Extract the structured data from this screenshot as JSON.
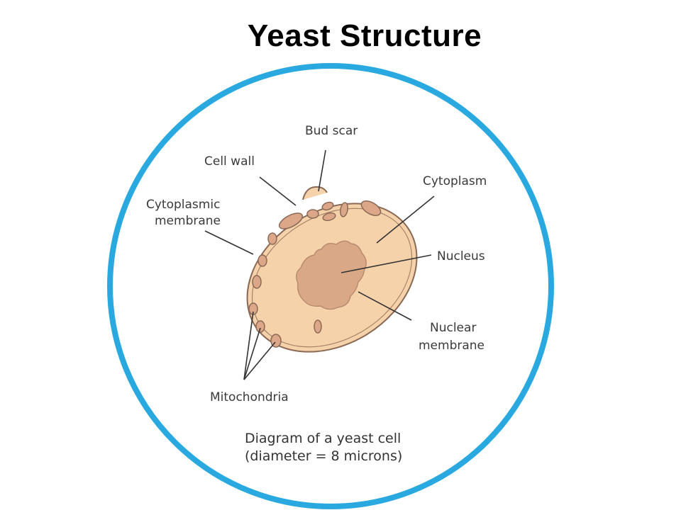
{
  "title": "Yeast Structure",
  "labels": {
    "bud_scar": "Bud scar",
    "cell_wall": "Cell wall",
    "cytoplasmic_membrane": [
      "Cytoplasmic",
      "membrane"
    ],
    "cytoplasm": "Cytoplasm",
    "nucleus": "Nucleus",
    "nuclear_membrane": [
      "Nuclear",
      "membrane"
    ],
    "mitochondria": "Mitochondria"
  },
  "caption": {
    "line1": "Diagram of a yeast cell",
    "line2": "(diameter = 8 microns)"
  },
  "colors": {
    "ring": "#29a9e0",
    "cell_fill": "#f6d2aa",
    "cell_outline": "#8a6a55",
    "nucleus_fill": "#d9a887",
    "organelle_fill": "#dca689"
  }
}
